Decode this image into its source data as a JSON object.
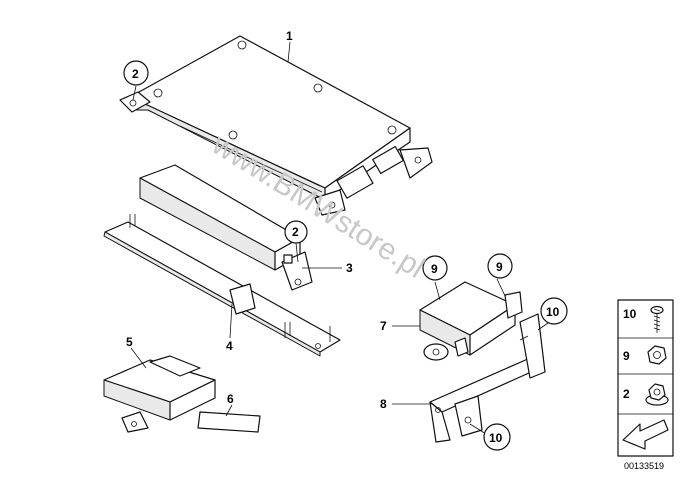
{
  "watermark": "www.BMWstore.pl",
  "callouts": {
    "p1": "1",
    "p2_top": "2",
    "p2_mid": "2",
    "p3": "3",
    "p4": "4",
    "p5": "5",
    "p6": "6",
    "p7": "7",
    "p8": "8",
    "p9_left": "9",
    "p9_right": "9",
    "p10_top": "10",
    "p10_bottom": "10"
  },
  "legend": {
    "items": [
      {
        "label": "10",
        "icon": "screw-icon"
      },
      {
        "label": "9",
        "icon": "hex-nut-icon"
      },
      {
        "label": "2",
        "icon": "flange-nut-icon"
      }
    ],
    "arrow_icon": "direction-arrow-icon"
  },
  "diagram_number": "00133519"
}
